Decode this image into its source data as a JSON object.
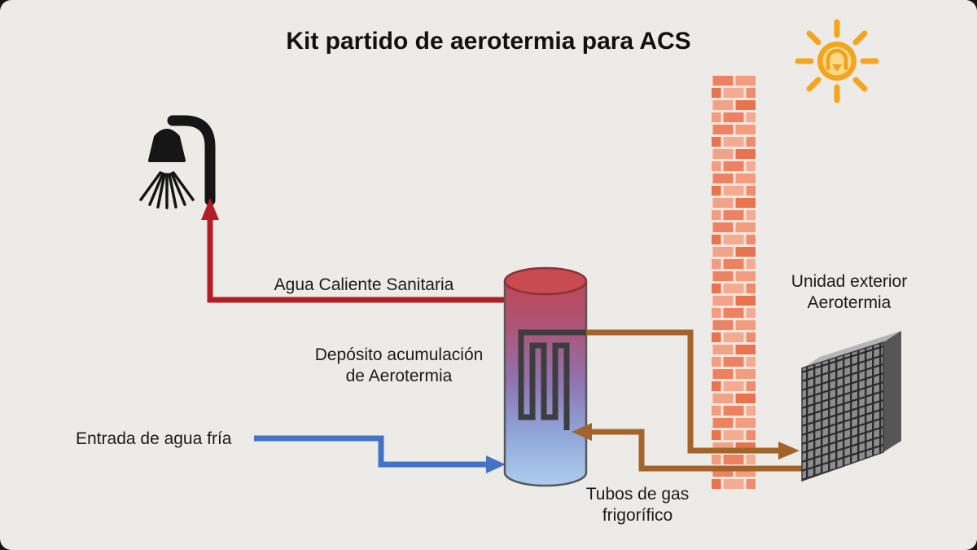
{
  "title": "Kit partido de aerotermia para ACS",
  "labels": {
    "hot_water_pipe": "Agua Caliente Sanitaria",
    "tank_name_line1": "Depósito acumulación",
    "tank_name_line2": "de Aerotermia",
    "cold_water_inlet": "Entrada de agua fría",
    "gas_pipes_line1": "Tubos de gas",
    "gas_pipes_line2": "frigorífico",
    "outdoor_unit_line1": "Unidad exterior",
    "outdoor_unit_line2": "Aerotermia"
  },
  "colors": {
    "background": "#edebe8",
    "hot_water_pipe": "#b21e23",
    "cold_water_pipe": "#4473c5",
    "refrigerant_pipe": "#a2642a",
    "coil": "#3d3d3f",
    "tank_top": "#c94b52",
    "tank_bottom": "#aecdee",
    "brick": "#ee8465",
    "mortar": "#f7e5dc",
    "sun": "#f2a51d",
    "unit_body": "#8d8d8d",
    "shower": "#151515"
  },
  "icons": {
    "sun": "sun-icon",
    "shower": "shower-icon",
    "tank": "storage-tank",
    "wall": "brick-wall",
    "outdoor_unit": "outdoor-unit"
  }
}
